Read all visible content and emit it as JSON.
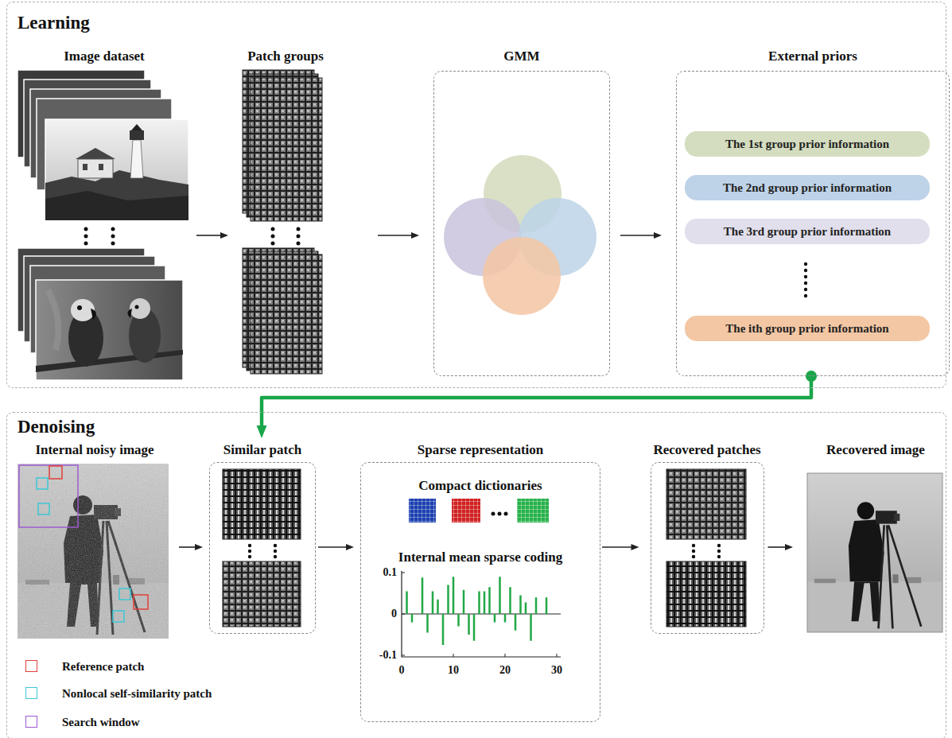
{
  "diagram": {
    "nodes": [
      {
        "text": [
          "Learning"
        ]
      },
      {
        "text": [
          "Image dataset"
        ],
        "in": 0
      },
      {
        "text": [
          "Patch groups"
        ],
        "in": 0
      },
      {
        "text": [
          "GMM"
        ],
        "in": 0
      },
      {
        "text": [
          "External priors"
        ],
        "in": 0
      },
      {
        "text": [
          "The 1st group prior information"
        ],
        "in": 4
      },
      {
        "text": [
          "The 2nd group prior information"
        ],
        "in": 4
      },
      {
        "text": [
          "The 3rd group prior information"
        ],
        "in": 4
      },
      {
        "text": [
          "The ith group prior information"
        ],
        "in": 4
      },
      {
        "text": [
          "Denoising"
        ]
      },
      {
        "text": [
          "Internal noisy image"
        ],
        "in": 9
      },
      {
        "text": [
          "Similar patch"
        ],
        "in": 9
      },
      {
        "text": [
          "Sparse representation",
          "Compact dictionaries",
          "Internal mean sparse coding"
        ],
        "in": 9
      },
      {
        "text": [
          "Recovered patches"
        ],
        "in": 9
      },
      {
        "text": [
          "Recovered image"
        ],
        "in": 9
      }
    ],
    "edges": [
      {
        "from": 1,
        "to": 2,
        "arrow": "to"
      },
      {
        "from": 2,
        "to": 3,
        "arrow": "to"
      },
      {
        "from": 3,
        "to": 4,
        "arrow": "to"
      },
      {
        "from": 4,
        "to": 11,
        "arrow": "to"
      },
      {
        "from": 10,
        "to": 11,
        "arrow": "to"
      },
      {
        "from": 11,
        "to": 12,
        "arrow": "to"
      },
      {
        "from": 12,
        "to": 13,
        "arrow": "to"
      },
      {
        "from": 13,
        "to": 14,
        "arrow": "to"
      }
    ],
    "labels": [
      "0.1",
      "0",
      "-0.1",
      "0",
      "10",
      "20",
      "30"
    ],
    "legend": [
      {
        "text": "Reference patch",
        "color": "#e0403a"
      },
      {
        "text": "Nonlocal self-similarity patch",
        "color": "#3cc7d6"
      },
      {
        "text": "Search window",
        "color": "#9d5bd2"
      }
    ]
  }
}
